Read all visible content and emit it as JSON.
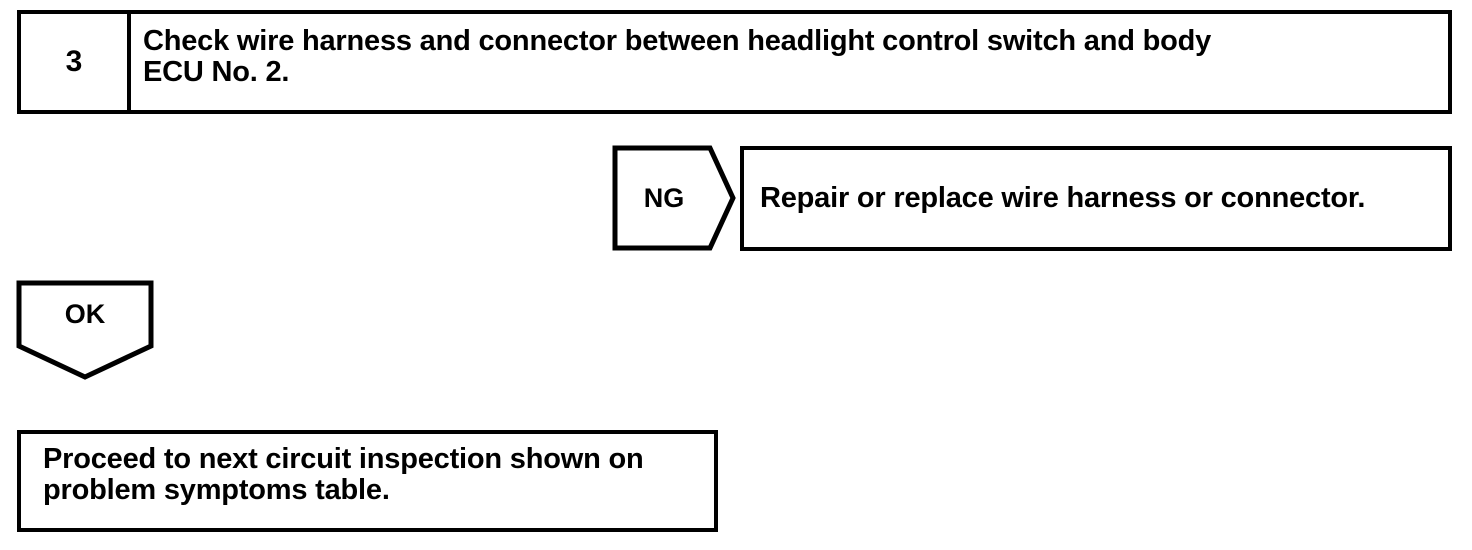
{
  "page": {
    "title": "Headlight control switch diagnostic step 3",
    "background_color": "#ffffff",
    "line_color": "#000000"
  },
  "step": {
    "number": "3",
    "instruction": "Check wire harness and connector between headlight control switch and body\nECU No. 2."
  },
  "branches": [
    {
      "label": "NG",
      "direction": "right",
      "result": "Repair or replace wire harness or connector."
    },
    {
      "label": "OK",
      "direction": "down",
      "result": "Proceed to next circuit inspection shown on\nproblem symptoms table."
    }
  ],
  "ng_branch": {
    "label": "NG",
    "result": "Repair or replace wire harness or connector."
  },
  "ok_branch": {
    "label": "OK",
    "result": "Proceed to next circuit inspection shown on\nproblem symptoms table."
  }
}
